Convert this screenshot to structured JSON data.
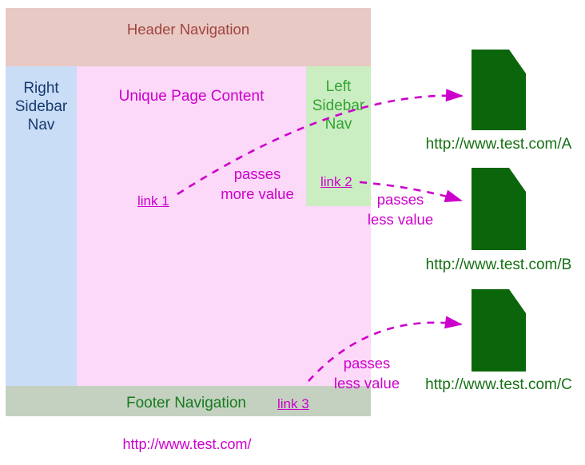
{
  "page": {
    "header_label": "Header Navigation",
    "right_sidebar_lines": [
      "Right",
      "Sidebar",
      "Nav"
    ],
    "content_label": "Unique Page Content",
    "left_sidebar_lines": [
      "Left",
      "Sidebar",
      "Nav"
    ],
    "footer_label": "Footer Navigation",
    "page_url": "http://www.test.com/"
  },
  "links": [
    {
      "label": "link 1",
      "annotation_lines": [
        "passes",
        "more value"
      ],
      "target_url": "http://www.test.com/A"
    },
    {
      "label": "link 2",
      "annotation_lines": [
        "passes",
        "less value"
      ],
      "target_url": "http://www.test.com/B"
    },
    {
      "label": "link 3",
      "annotation_lines": [
        "passes",
        "less value"
      ],
      "target_url": "http://www.test.com/C"
    }
  ],
  "colors": {
    "magenta_accent": "#cc00cc",
    "header_bg": "#e8c9c4",
    "header_text": "#a04440",
    "right_sidebar_bg": "#c9ddf7",
    "right_sidebar_text": "#173a6e",
    "content_bg": "#fcd8f9",
    "left_sidebar_bg": "#cbedc2",
    "left_sidebar_text": "#33a433",
    "footer_bg": "#c4d1c1",
    "footer_text": "#177a1e",
    "document_fill": "#0b660b",
    "document_url_text": "#157013"
  }
}
